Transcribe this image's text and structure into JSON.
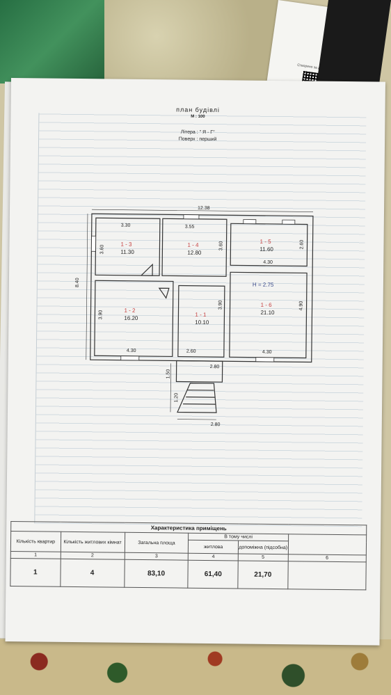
{
  "plan": {
    "title": "план   будівлі",
    "scale": "М : 100",
    "litera": "Літера : \" Я - Г\"",
    "floor": "Поверх : перший",
    "height_note": "Н = 2.75",
    "dimensions": {
      "total_width": "12.38",
      "total_depth": "8.40",
      "d_330": "3.30",
      "d_355": "3.55",
      "d_360_a": "3.60",
      "d_360_b": "3.60",
      "d_260": "2.60",
      "d_430_a": "4.30",
      "d_430_b": "4.30",
      "d_430_c": "4.30",
      "d_390_a": "3.90",
      "d_390_b": "3.90",
      "d_490": "4.90",
      "d_260_b": "2.60",
      "d_280_a": "2.80",
      "d_280_b": "2.80",
      "d_150": "1.50",
      "d_120": "1.20"
    },
    "rooms": [
      {
        "id": "1 - 3",
        "area": "11.30"
      },
      {
        "id": "1 - 4",
        "area": "12.80"
      },
      {
        "id": "1 - 5",
        "area": "11.60"
      },
      {
        "id": "1 - 2",
        "area": "16.20"
      },
      {
        "id": "1 - 1",
        "area": "10.10"
      },
      {
        "id": "1 - 6",
        "area": "21.10"
      }
    ]
  },
  "table": {
    "caption": "Характеристика приміщень",
    "in_total": "В  тому числі",
    "headers": [
      "Кількість квартир",
      "Кількість житлових кімнат",
      "Загальна площа",
      "житлова",
      "допоміжна (підсобна)"
    ],
    "col_numbers": [
      "1",
      "2",
      "3",
      "4",
      "5",
      "6"
    ],
    "row": [
      "1",
      "4",
      "83,10",
      "61,40",
      "21,70",
      ""
    ]
  },
  "side_paper": {
    "text": "Створено за допомогою"
  },
  "colors": {
    "room_id_red": "#c43a3a",
    "ink": "#222222"
  }
}
